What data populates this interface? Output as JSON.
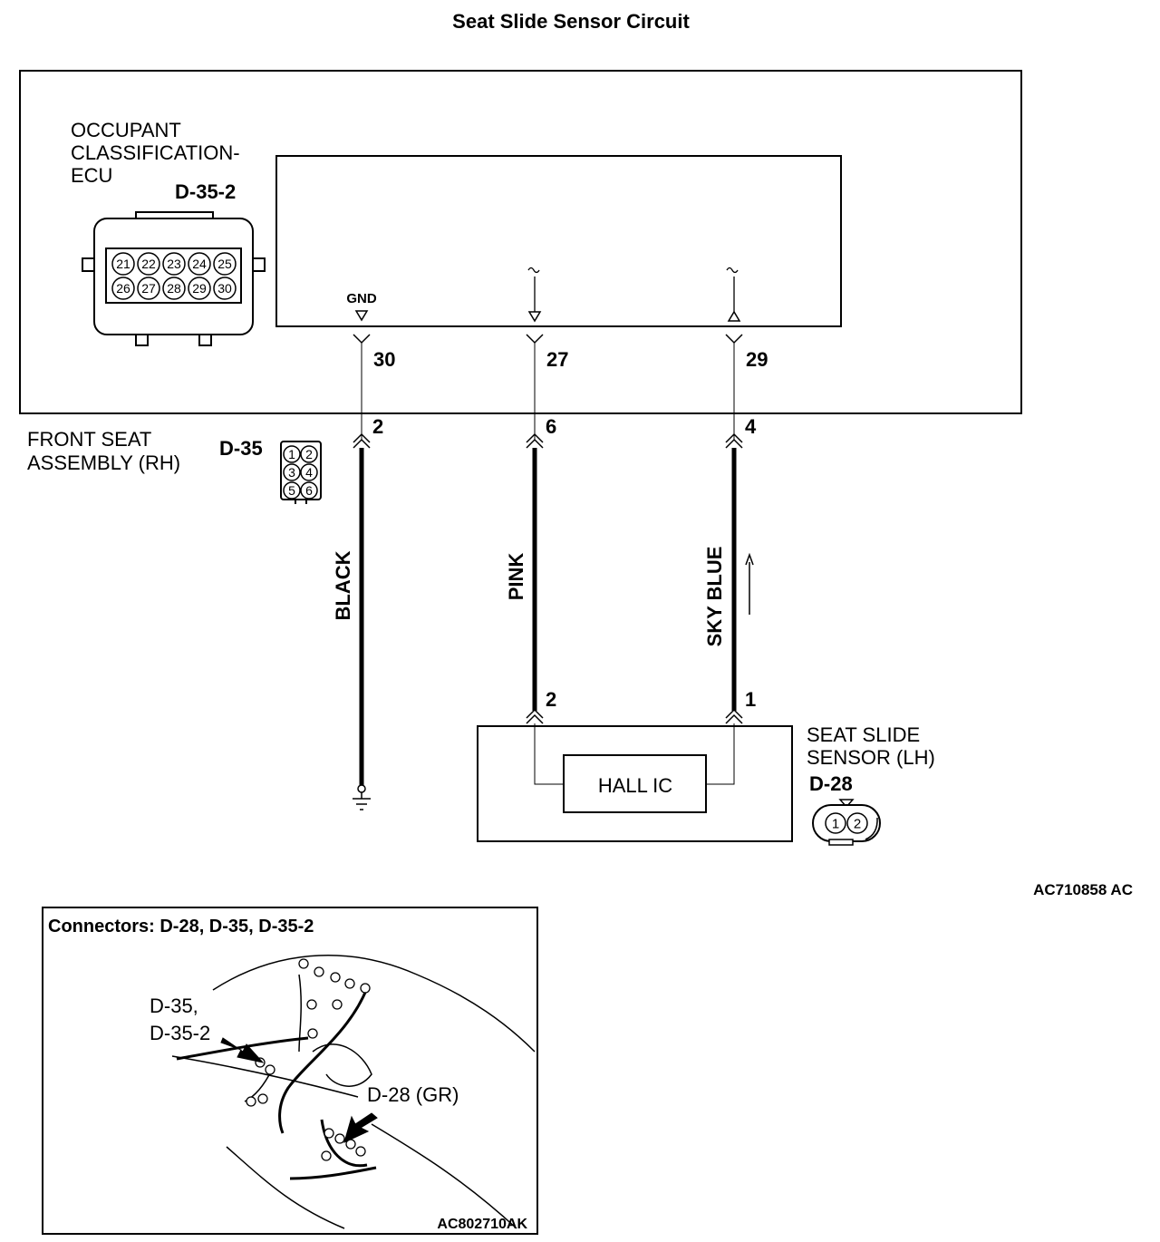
{
  "title": "Seat Slide Sensor Circuit",
  "ecu": {
    "name_lines": [
      "OCCUPANT",
      "CLASSIFICATION-",
      "ECU"
    ],
    "connector_id": "D-35-2",
    "connector_pins_row1": [
      "21",
      "22",
      "23",
      "24",
      "25"
    ],
    "connector_pins_row2": [
      "26",
      "27",
      "28",
      "29",
      "30"
    ],
    "gnd_label": "GND",
    "terminals": [
      "30",
      "27",
      "29"
    ]
  },
  "front_seat": {
    "name_lines": [
      "FRONT SEAT",
      "ASSEMBLY (RH)"
    ],
    "connector_id": "D-35",
    "connector_pins": [
      "1",
      "2",
      "3",
      "4",
      "5",
      "6"
    ],
    "terminals": [
      "2",
      "6",
      "4"
    ]
  },
  "wires": [
    {
      "color_label": "BLACK"
    },
    {
      "color_label": "PINK"
    },
    {
      "color_label": "SKY BLUE"
    }
  ],
  "sensor": {
    "name_lines": [
      "SEAT SLIDE",
      "SENSOR (LH)"
    ],
    "connector_id": "D-28",
    "connector_pins": [
      "1",
      "2"
    ],
    "terminals": [
      "2",
      "1"
    ],
    "inner_label": "HALL IC"
  },
  "figure_ref": "AC710858 AC",
  "inset": {
    "title": "Connectors: D-28, D-35, D-35-2",
    "callout_a_lines": [
      "D-35,",
      "D-35-2"
    ],
    "callout_b": "D-28 (GR)",
    "figure_ref": "AC802710AK"
  }
}
